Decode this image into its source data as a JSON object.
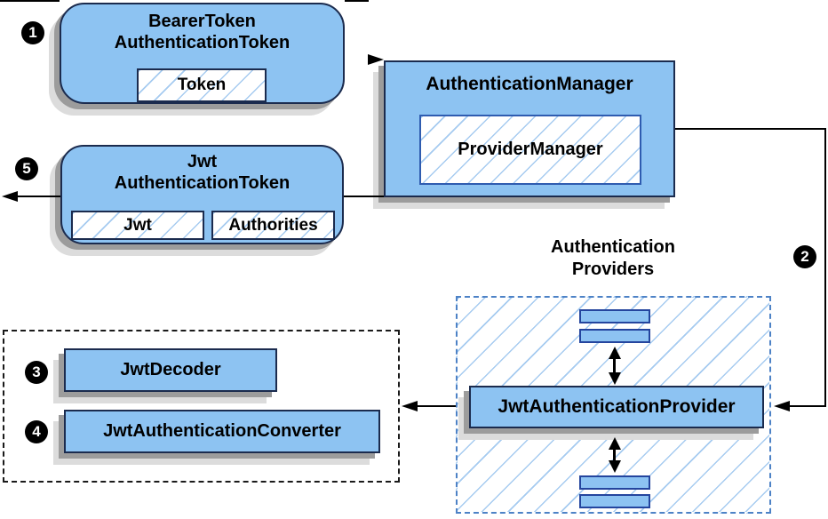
{
  "badges": [
    "1",
    "2",
    "3",
    "4",
    "5"
  ],
  "nodes": {
    "bearer_token": {
      "title": "BearerToken\nAuthenticationToken",
      "field": "Token"
    },
    "authentication_manager": {
      "title": "AuthenticationManager",
      "implementation": "ProviderManager"
    },
    "jwt_authentication_token": {
      "title": "Jwt\nAuthenticationToken",
      "fields": [
        "Jwt",
        "Authorities"
      ]
    },
    "providers_group": {
      "label": "Authentication\nProviders",
      "provider": "JwtAuthenticationProvider"
    },
    "helpers_group": {
      "decoder": "JwtDecoder",
      "converter": "JwtAuthenticationConverter"
    }
  },
  "colors": {
    "node_fill": "#8dc3f2",
    "node_border": "#1b2b4e",
    "inner_box_border": "#2f5cb0",
    "bar_border": "#24459e",
    "hatch_line": "#a6cbf0",
    "providers_dash_border": "#4d82c6",
    "helpers_dash_border": "#1a1a1a",
    "shadow_dark": "#9c9c9c",
    "shadow_light": "#dcdcdc",
    "arrow": "#000000",
    "badge_bg": "#000000",
    "badge_text": "#ffffff"
  }
}
